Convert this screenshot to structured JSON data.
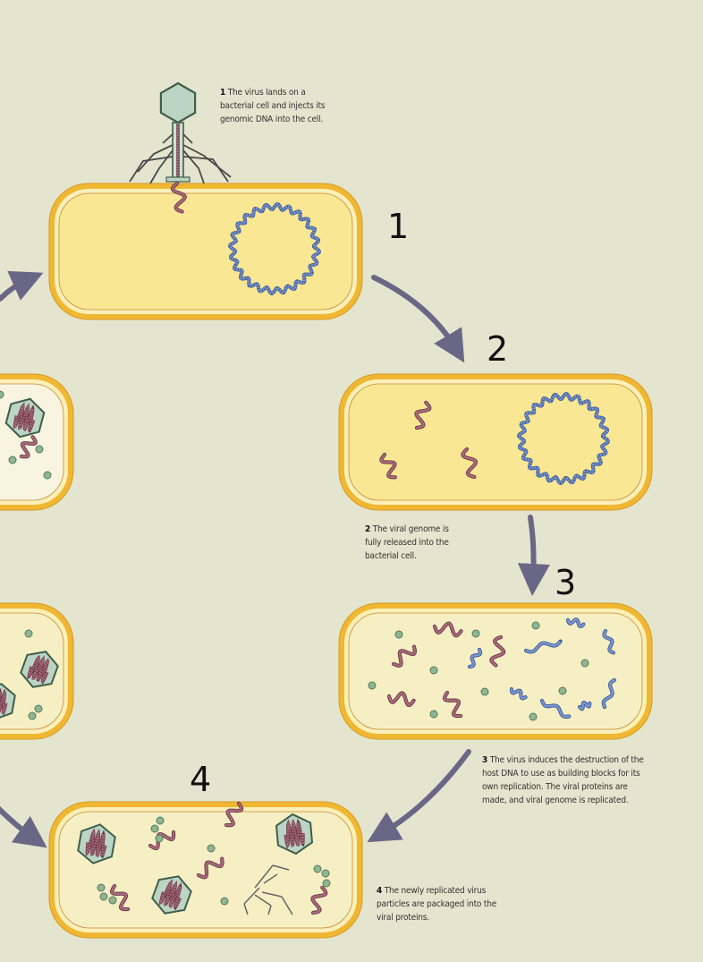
{
  "steps": [
    {
      "number": "1",
      "caption_num": "1",
      "caption": "The virus lands on a bacterial cell and injects its genomic DNA into the cell."
    },
    {
      "number": "2",
      "caption_num": "2",
      "caption": "The viral genome is fully released into the bacterial cell."
    },
    {
      "number": "3",
      "caption_num": "3",
      "caption": "The virus induces the destruction of the host DNA to use as building blocks for its own replication. The viral proteins are made, and viral genome is replicated."
    },
    {
      "number": "4",
      "caption_num": "4",
      "caption": "The newly replicated virus particles are packaged into the viral proteins."
    }
  ],
  "colors": {
    "background": "#e3e5ce",
    "cell_wall": "#f0b733",
    "cell_fill": "#f9e794",
    "cell_fill_late": "#f6efc4",
    "host_dna": "#7b97cf",
    "viral_dna": "#a86b7c",
    "capsid": "#bcd4c4",
    "protein": "#8fb592",
    "arrow": "#6a6786"
  }
}
